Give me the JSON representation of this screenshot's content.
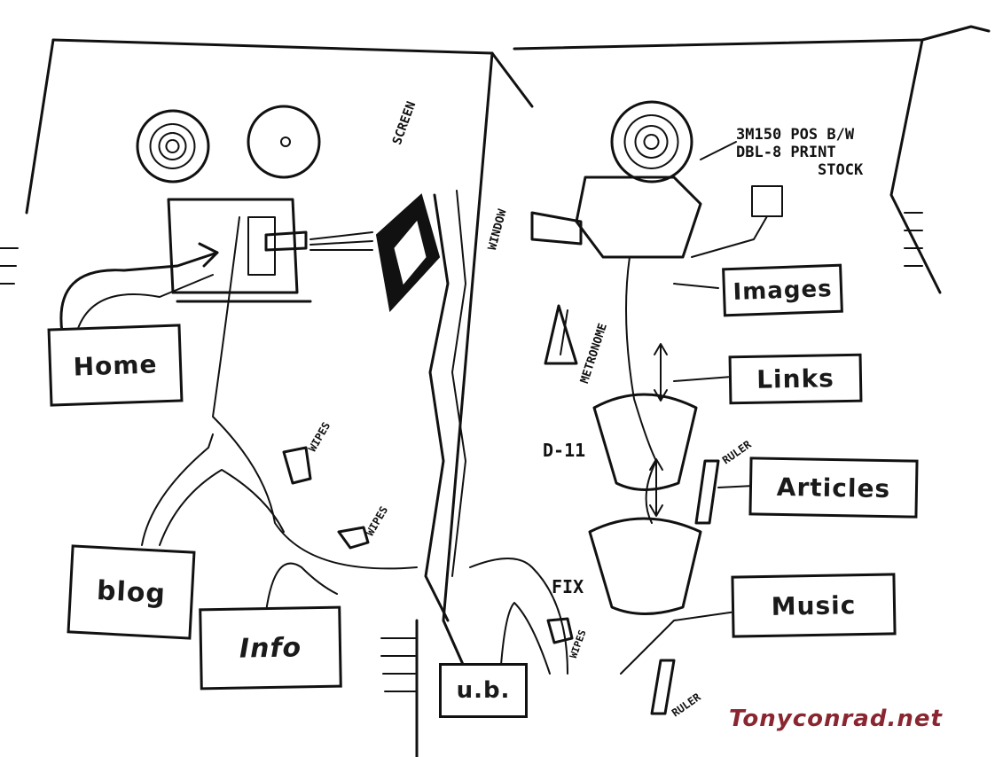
{
  "nav": {
    "home": "Home",
    "blog": "blog",
    "info": "Info",
    "ub": "u.b.",
    "images": "Images",
    "links": "Links",
    "articles": "Articles",
    "music": "Music"
  },
  "labels": {
    "screen": "SCREEN",
    "window": "WINDOW",
    "metronome": "METRONOME",
    "wipes": "WIPES",
    "ruler": "RULER",
    "d11": "D-11",
    "fix": "FIX",
    "film_line1": "3M150 POS B/W",
    "film_line2": "DBL-8 PRINT",
    "film_line3": "STOCK"
  },
  "site_title": "Tonyconrad.net",
  "colors": {
    "ink": "#111111",
    "title": "#8a2630",
    "paper": "#ffffff"
  },
  "icons": [
    "film-reel-icon",
    "projector-icon",
    "screen-icon",
    "contact-printer-icon",
    "developer-bucket-icon",
    "fix-bucket-icon",
    "ruler-icon",
    "metronome-icon",
    "wipes-icon"
  ]
}
